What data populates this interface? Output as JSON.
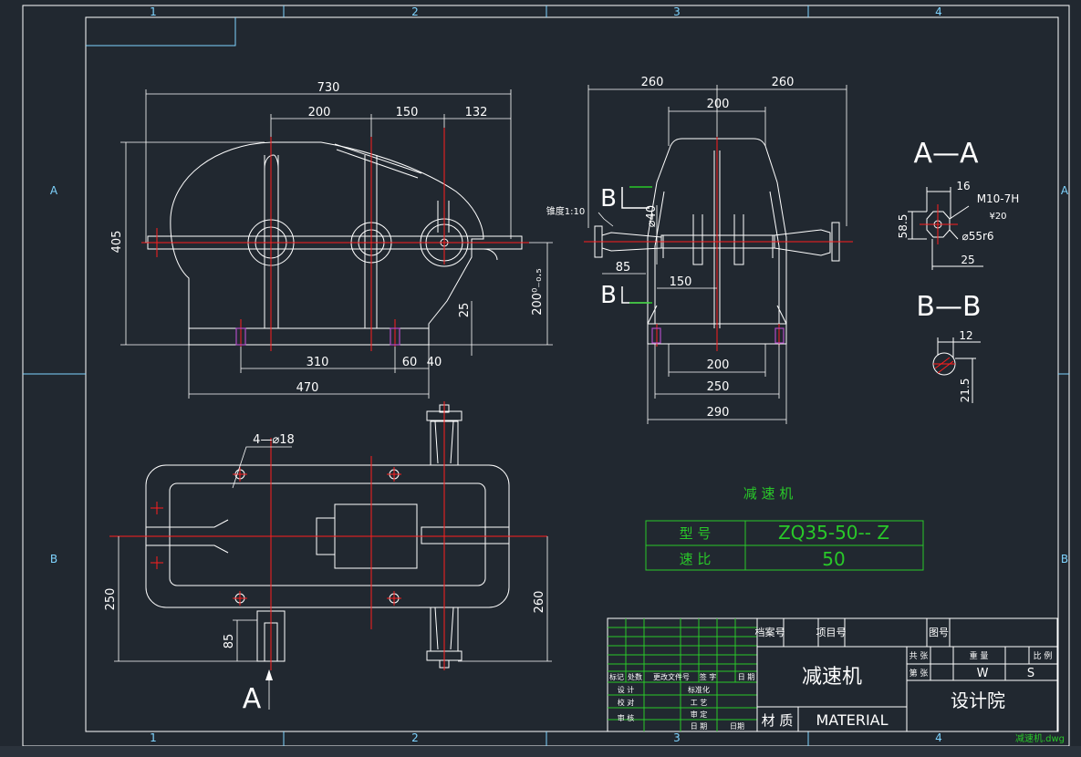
{
  "colors": {
    "background": "#212830",
    "outline": "#ffffff",
    "dimension": "#ffffff",
    "centerline": "#ff1e1e",
    "frame": "#7fd4ff",
    "table": "#29c829",
    "title_text": "#ffffff",
    "chinese_label": "#29c829",
    "bolt": "#b04cc4"
  },
  "grid": {
    "columns": [
      "1",
      "2",
      "3",
      "4"
    ],
    "rows": [
      "A",
      "B"
    ]
  },
  "front_view": {
    "dims": {
      "overall": "730",
      "seg1": "200",
      "seg2": "150",
      "seg3": "132",
      "height": "405",
      "base1": "310",
      "base2": "60",
      "base3": "40",
      "base_total": "470",
      "foot": "25",
      "center_height": "200⁰₋₀.₅"
    }
  },
  "side_view": {
    "dims": {
      "left": "260",
      "right": "260",
      "top_inner": "200",
      "shaft_offset": "85",
      "shaft_dist": "150",
      "dia": "⌀40",
      "bottom_inner": "200",
      "bottom_mid": "250",
      "bottom_total": "290"
    },
    "taper_label": "锥度1:10",
    "section_b_upper": "B",
    "section_b_lower": "B"
  },
  "section_aa": {
    "title": "A—A",
    "dim_width": "16",
    "thread": "M10-7H",
    "depth": "¥20",
    "height": "58.5",
    "dia": "⌀55r6",
    "dim_bottom": "25"
  },
  "section_bb": {
    "title": "B—B",
    "dim_width": "12",
    "height": "21.5"
  },
  "top_view": {
    "hole_label": "4—⌀18",
    "dim_left": "250",
    "dim_right": "260",
    "dim_shaft": "85",
    "view_arrow": "A"
  },
  "spec_table": {
    "title": "减 速 机",
    "row1_label": "型    号",
    "row1_value": "ZQ35-50-- Z",
    "row2_label": "速    比",
    "row2_value": "50"
  },
  "title_block": {
    "archive_no": "档案号",
    "project_no": "项目号",
    "drawing_no": "图号",
    "drawing_name": "减速机",
    "material_label": "材 质",
    "material_value": "MATERIAL",
    "company": "设计院",
    "weight_label": "重  量",
    "scale_label": "比  例",
    "sheet_total": "共    张",
    "sheet_no": "第    张",
    "weight_value": "W",
    "scale_value": "S",
    "rev_row": [
      "标记",
      "处数",
      "更改文件号",
      "签 字",
      "日 期"
    ],
    "designed": "设 计",
    "standardized": "标准化",
    "checked": "校 对",
    "process": "工 艺",
    "reviewed": "审 核",
    "approved": "审 定",
    "date": "日 期",
    "date2": "日期"
  },
  "file_name": "减速机.dwg"
}
